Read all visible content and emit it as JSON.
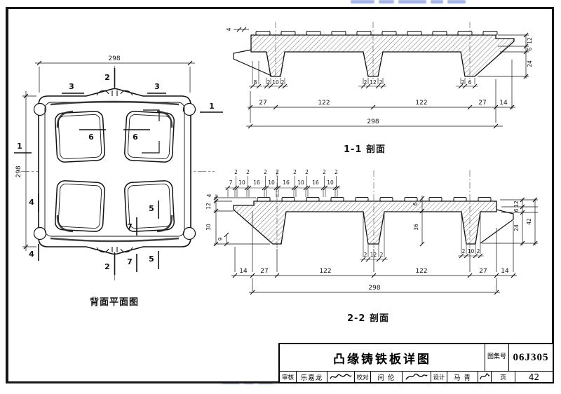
{
  "plan": {
    "caption": "背面平面图",
    "dim_top": "298",
    "dim_left": "298",
    "marks": {
      "1": "1",
      "2": "2",
      "3": "3",
      "4": "4",
      "5": "5",
      "6": "6",
      "7": "7"
    }
  },
  "s11": {
    "caption": "1-1 剖面",
    "bump": "4",
    "small_left": [
      "8",
      "2",
      "10",
      "2"
    ],
    "small_mid": [
      "2",
      "12",
      "2"
    ],
    "small_right": [
      "2",
      "6"
    ],
    "row": [
      "27",
      "122",
      "122",
      "27",
      "14"
    ],
    "total": "298",
    "right": [
      "12",
      "6",
      "24"
    ]
  },
  "s22": {
    "caption": "2-2 剖面",
    "top_upper": [
      "2",
      "2",
      "2",
      "2",
      "2",
      "2",
      "2",
      "2"
    ],
    "top_lower": [
      "7",
      "10",
      "16",
      "10",
      "16",
      "10",
      "16",
      "10"
    ],
    "left": [
      "4",
      "12",
      "30",
      "9"
    ],
    "right": [
      "12",
      "6",
      "24",
      "42"
    ],
    "rib": "36",
    "web": "6",
    "small_mid": [
      "2",
      "12",
      "2"
    ],
    "small_right": [
      "2",
      "10",
      "2"
    ],
    "row": [
      "14",
      "27",
      "122",
      "122",
      "27",
      "14"
    ],
    "total": "298"
  },
  "titleblock": {
    "title": "凸缘铸铁板详图",
    "atlas_label": "图集号",
    "atlas_no": "06J305",
    "page_label": "页",
    "page_no": "42",
    "roles": [
      {
        "label": "审核",
        "name": "乐嘉龙"
      },
      {
        "label": "校对",
        "name": "闫 伦"
      },
      {
        "label": "设计",
        "name": "马 青"
      }
    ]
  }
}
